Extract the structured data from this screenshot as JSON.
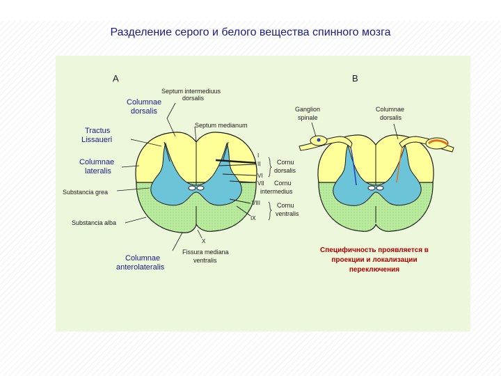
{
  "title": "Разделение серого и белого вещества спинного мозга",
  "panel_a": {
    "letter": "A",
    "septum_intermedius": "Septum intermediuus",
    "dorsalis": "dorsalis",
    "columnae_dorsalis_1": "Columnae",
    "columnae_dorsalis_2": "dorsalis",
    "septum_medianum": "Septum medianum",
    "tractus_1": "Tractus",
    "tractus_2": "Lissaueri",
    "columnae_lateralis_1": "Columnae",
    "columnae_lateralis_2": "lateralis",
    "substancia_grea": "Substancia grea",
    "substancia_alba": "Substancia alba",
    "col_antero_1": "Columnae",
    "col_antero_2": "anterolateralis",
    "fissura_1": "Fissura mediana",
    "fissura_2": "ventralis",
    "lamina_I": "I",
    "lamina_II": "II",
    "lamina_VI": "VI",
    "lamina_VII": "VII",
    "lamina_VIII": "VIII",
    "lamina_IX": "IX",
    "lamina_X": "X",
    "cornu_dorsalis_1": "Cornu",
    "cornu_dorsalis_2": "dorsalis",
    "cornu_intermedius_1": "Cornu",
    "cornu_intermedius_2": "intermedius",
    "cornu_ventralis_1": "Cornu",
    "cornu_ventralis_2": "ventralis"
  },
  "panel_b": {
    "letter": "B",
    "ganglion_1": "Ganglion",
    "ganglion_2": "spinale",
    "columnae_1": "Columnae",
    "columnae_2": "dorsalis"
  },
  "note_1": "Специфичность проявляется в",
  "note_2": "проекции и локализации",
  "note_3": "переключения",
  "colors": {
    "white_matter": "#ffff99",
    "gray_matter": "#6cc4d8",
    "ventral": "#b8ec9c",
    "panel": "#edf7dc",
    "title": "#1a1a80",
    "note": "#b00000"
  }
}
